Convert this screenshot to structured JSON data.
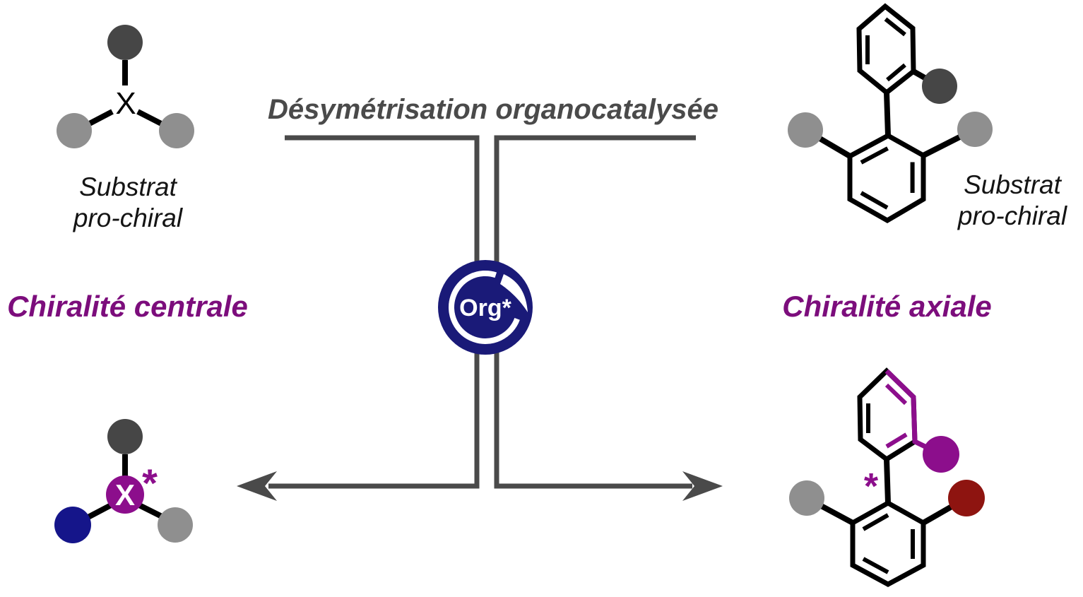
{
  "title": "Désymétrisation organocatalysée",
  "catalyst": {
    "label": "Org*"
  },
  "left_pathway": {
    "label": "Chiralité centrale",
    "substrate": {
      "center_atom": "X",
      "caption": [
        "Substrat",
        "pro-chiral"
      ]
    },
    "product": {
      "center_atom": "X",
      "stereocenter_mark": "*"
    }
  },
  "right_pathway": {
    "label": "Chiralité axiale",
    "substrate": {
      "caption": [
        "Substrat",
        "pro-chiral"
      ]
    },
    "product": {
      "stereocenter_mark": "*"
    }
  },
  "colors": {
    "purple": "#8C0E8C",
    "purple_label": "#7C0D7C",
    "navy": "#1A1A78",
    "navy_substituent": "#15158A",
    "dark_red": "#8E1410",
    "dark_gray": "#464646",
    "mid_gray": "#8F8F8F",
    "line_gray": "#4A4A4A",
    "bond_black": "#000000"
  }
}
